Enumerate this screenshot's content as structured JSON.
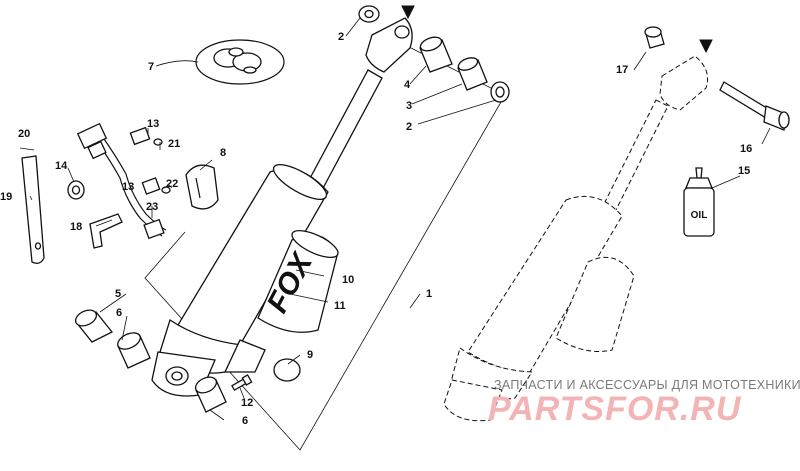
{
  "callouts": {
    "c1": "1",
    "c2a": "2",
    "c2b": "2",
    "c3": "3",
    "c4": "4",
    "c5": "5",
    "c6a": "6",
    "c6b": "6",
    "c7": "7",
    "c8": "8",
    "c9": "9",
    "c10": "10",
    "c11": "11",
    "c12": "12",
    "c13a": "13",
    "c13b": "13",
    "c14": "14",
    "c15": "15",
    "c16": "16",
    "c17": "17",
    "c18": "18",
    "c19": "19",
    "c20": "20",
    "c21": "21",
    "c22": "22",
    "c23": "23"
  },
  "bottle_label": "OIL",
  "brand_mark": "FOX",
  "watermark": {
    "tagline": "ЗАПЧАСТИ И АКСЕССУАРЫ ДЛЯ МОТОТЕХНИКИ",
    "brand": "PARTSFOR.RU"
  }
}
